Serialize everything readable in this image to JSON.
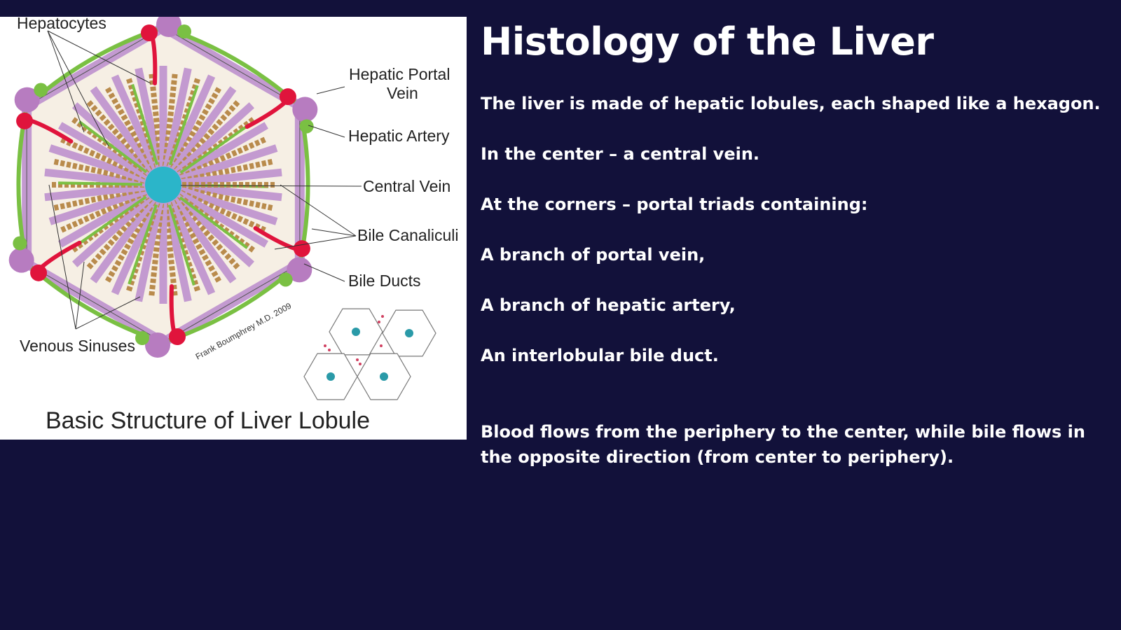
{
  "slide": {
    "title": "Histology of the Liver",
    "lines": [
      "The liver is made of hepatic lobules, each shaped like a hexagon.",
      "In the center – a central vein.",
      "At the corners – portal triads containing:",
      "A branch of portal vein,",
      "A branch of hepatic artery,",
      "An interlobular bile duct."
    ],
    "paragraph": "Blood flows from the periphery to the center, while bile flows in the opposite direction (from center to periphery)."
  },
  "figure": {
    "labels": {
      "hepatocytes": "Hepatocytes",
      "portal_vein_1": "Hepatic Portal",
      "portal_vein_2": "Vein",
      "hepatic_artery": "Hepatic Artery",
      "central_vein": "Central Vein",
      "bile_canaliculi": "Bile Canaliculi",
      "bile_ducts": "Bile Ducts",
      "venous_sinuses": "Venous Sinuses"
    },
    "signature": "Frank Boumphrey M.D. 2009",
    "caption": "Basic Structure of Liver Lobule"
  },
  "colors": {
    "background": "#12113a",
    "sinus_purple": "#c39ad0",
    "portal_vein": "#b77cc0",
    "bile_green": "#7ac043",
    "artery_red": "#e0143c",
    "central_vein": "#2bb5c9"
  }
}
